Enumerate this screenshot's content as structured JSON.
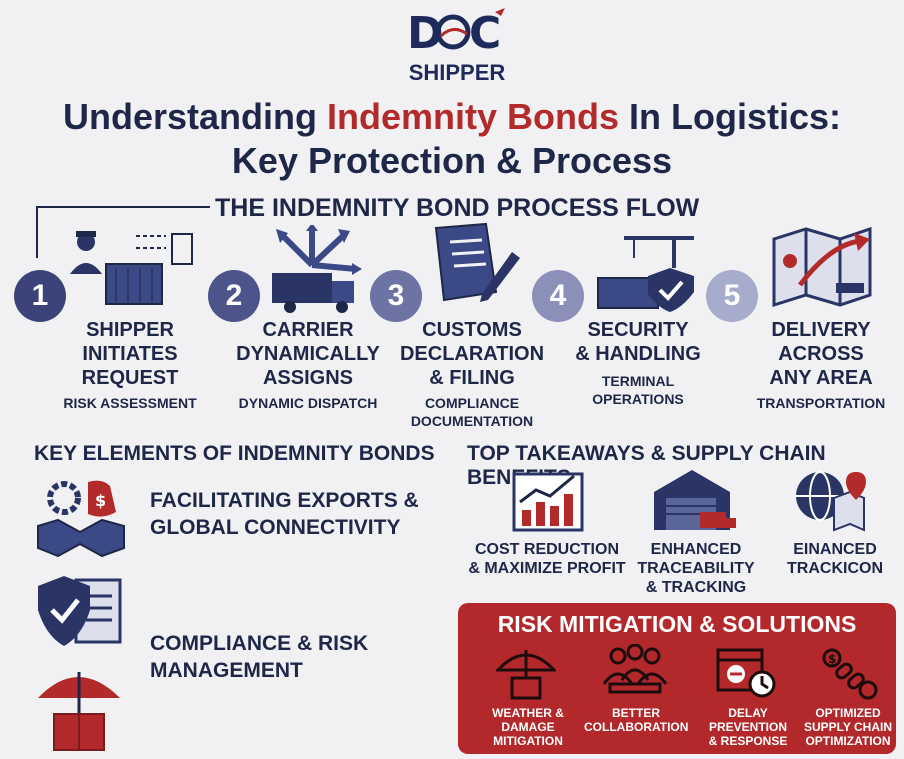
{
  "brand": {
    "logo_word": "DOC",
    "logo_sub": "SHIPPER"
  },
  "title": {
    "line1_pre": "Understanding ",
    "line1_highlight": "Indemnity Bonds",
    "line1_post": " In Logistics:",
    "line2": "Key Protection & Process"
  },
  "flow": {
    "title": "THE INDEMNITY BOND PROCESS FLOW",
    "steps": [
      {
        "num": "1",
        "title_lines": [
          "SHIPPER",
          "INITIATES",
          "REQUEST"
        ],
        "sub": "RISK ASSESSMENT",
        "color": "#3b4379"
      },
      {
        "num": "2",
        "title_lines": [
          "CARRIER",
          "DYNAMICALLY",
          "ASSIGNS"
        ],
        "sub": "DYNAMIC DISPATCH",
        "color": "#4c548a"
      },
      {
        "num": "3",
        "title_lines": [
          "CUSTOMS",
          "DECLARATION",
          "& FILING"
        ],
        "sub_lines": [
          "COMPLIANCE",
          "DOCUMENTATION"
        ],
        "color": "#6d74a3"
      },
      {
        "num": "4",
        "title_lines": [
          "SECURITY",
          "& HANDLING"
        ],
        "sub_lines": [
          "TERMINAL",
          "OPERATIONS"
        ],
        "color": "#8a90b8"
      },
      {
        "num": "5",
        "title_lines": [
          "DELIVERY",
          "ACROSS",
          "ANY AREA"
        ],
        "sub": "TRANSPORTATION",
        "color": "#a7abcc"
      }
    ]
  },
  "key_elements": {
    "title": "KEY ELEMENTS OF INDEMNITY BONDS",
    "items": [
      {
        "lines": [
          "FACILITATING EXPORTS &",
          "GLOBAL CONNECTIVITY"
        ]
      },
      {
        "lines": [
          "COMPLIANCE & RISK",
          "MANAGEMENT"
        ]
      }
    ]
  },
  "takeaways": {
    "title": "TOP TAKEAWAYS & SUPPLY CHAIN BENEFITS",
    "items": [
      {
        "lines": [
          "COST REDUCTION",
          "& MAXIMIZE PROFIT"
        ]
      },
      {
        "lines": [
          "ENHANCED",
          "TRACEABILITY",
          "& TRACKING"
        ]
      },
      {
        "lines": [
          "EINANCED",
          "TRACKICON"
        ]
      }
    ]
  },
  "risk": {
    "title": "RISK MITIGATION & SOLUTIONS",
    "items": [
      {
        "lines": [
          "WEATHER &",
          "DAMAGE",
          "MITIGATION"
        ]
      },
      {
        "lines": [
          "BETTER",
          "COLLABORATION"
        ]
      },
      {
        "lines": [
          "DELAY",
          "PREVENTION",
          "& RESPONSE"
        ]
      },
      {
        "lines": [
          "OPTIMIZED",
          "SUPPLY CHAIN",
          "OPTIMIZATION"
        ]
      }
    ]
  },
  "colors": {
    "navy": "#1e2747",
    "accent_red": "#b22a2a",
    "panel_red": "#b3282b"
  }
}
